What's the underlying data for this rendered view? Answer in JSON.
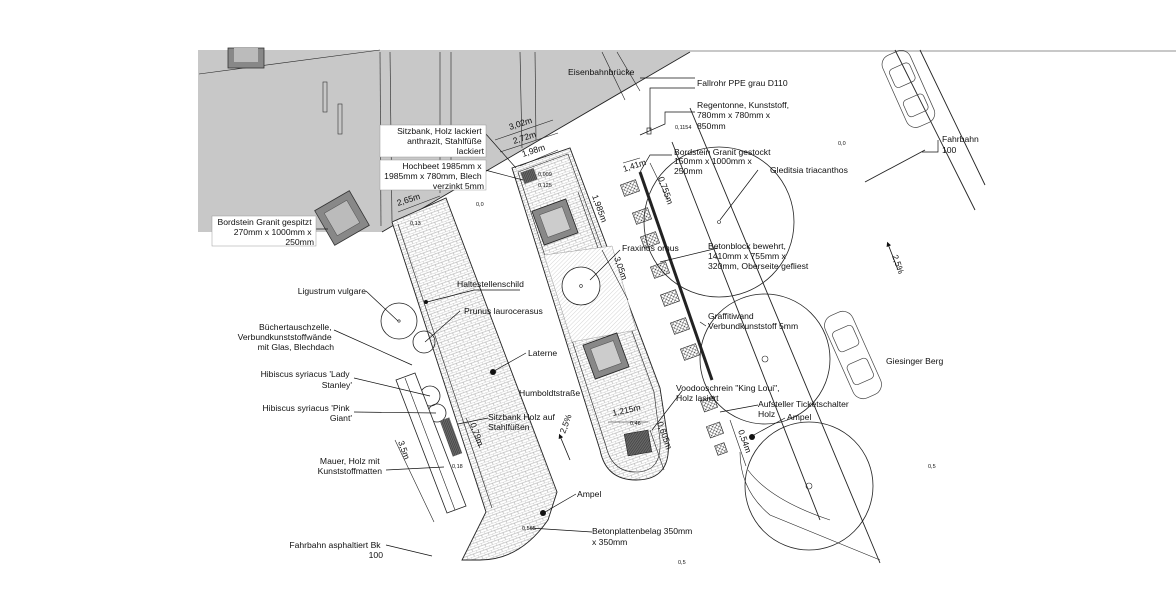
{
  "labels": {
    "eisenbahnbruecke": "Eisenbahnbrücke",
    "fallrohr": "Fallrohr PPE grau D110",
    "regentonne": [
      "Regentonne, Kunststoff,",
      "780mm x 780mm x",
      "850mm"
    ],
    "regentonne_level": "0,1154",
    "fahrbahn_top": [
      "Fahrbahn",
      "100"
    ],
    "level_right_top": "0,0",
    "sitzbank_top": [
      "Sitzbank, Holz lackiert",
      "anthrazit, Stahlfüße",
      "lackiert"
    ],
    "hochbeet": [
      "Hochbeet 1985mm x",
      "1985mm x 780mm, Blech",
      "verzinkt 5mm"
    ],
    "bordstein_gestockt": [
      "Bordstein Granit gestockt",
      "150mm x 1000mm x",
      "250mm"
    ],
    "gleditsia": "Gleditsia triacanthos",
    "bordstein_gespitzt": [
      "Bordstein Granit gespitzt",
      "270mm x 1000mm x",
      "250mm"
    ],
    "fraxinus": "Fraxinus ornus",
    "betonblock": [
      "Betonblock bewehrt,",
      "1410mm x 755mm x",
      "320mm, Oberseite gefliest"
    ],
    "ligustrum": "Ligustrum vulgare",
    "haltestellenschild": "Haltestellenschild",
    "prunus": "Prunus laurocerasus",
    "graffitiwand": [
      "Graffitiwand",
      "Verbundkunststoff 5mm"
    ],
    "buechertausch": [
      "Büchertauschzelle,",
      "Verbundkunststoffwände",
      "mit Glas, Blechdach"
    ],
    "laterne": "Laterne",
    "giesinger": "Giesinger Berg",
    "hibiscus_lady": [
      "Hibiscus syriacus 'Lady",
      "Stanley'"
    ],
    "humboldt": "Humboldtstraße",
    "voodoo": [
      "Voodooschrein \"King Loui\",",
      "Holz lasiert"
    ],
    "hibiscus_pink": [
      "Hibiscus syriacus 'Pink",
      "Giant'"
    ],
    "sitzbank_stahl": [
      "Sitzbank Holz auf",
      "Stahlfüßen"
    ],
    "ticket": [
      "Aufsteller Ticketschalter",
      "Holz"
    ],
    "ampel_right": "Ampel",
    "mauer": [
      "Mauer, Holz mit",
      "Kunststoffmatten"
    ],
    "ampel_left": "Ampel",
    "betonplatten": [
      "Betonplattenbelag 350mm",
      "x 350mm"
    ],
    "fahrbahn_asphalt": [
      "Fahrbahn asphaltiert Bk",
      "100"
    ]
  },
  "dimensions": {
    "d302": "3,02m",
    "d272": "2,72m",
    "d198": "1,98m",
    "d265": "2,65m",
    "d141": "1,41m",
    "d0755": "0,755m",
    "d1985": "1,985m",
    "d305": "3,05m",
    "d1215": "1,215m",
    "d0605": "0,605m",
    "d054": "0,54m",
    "d079": "0,79m",
    "d35": "3,5m"
  },
  "slopes": {
    "right": "2,5%",
    "mid": "2,5%"
  },
  "levels": {
    "l_013": "0,13",
    "l_00": "0,0",
    "l_0009": "0,009",
    "l_0125": "0,125",
    "l_046": "0,46",
    "l_018": "0,18",
    "l_0565": "0,565",
    "l_05a": "0,5",
    "l_05b": "0,5"
  },
  "colors": {
    "bridge": "#c8c8c8",
    "line": "#222222",
    "background": "#ffffff"
  }
}
